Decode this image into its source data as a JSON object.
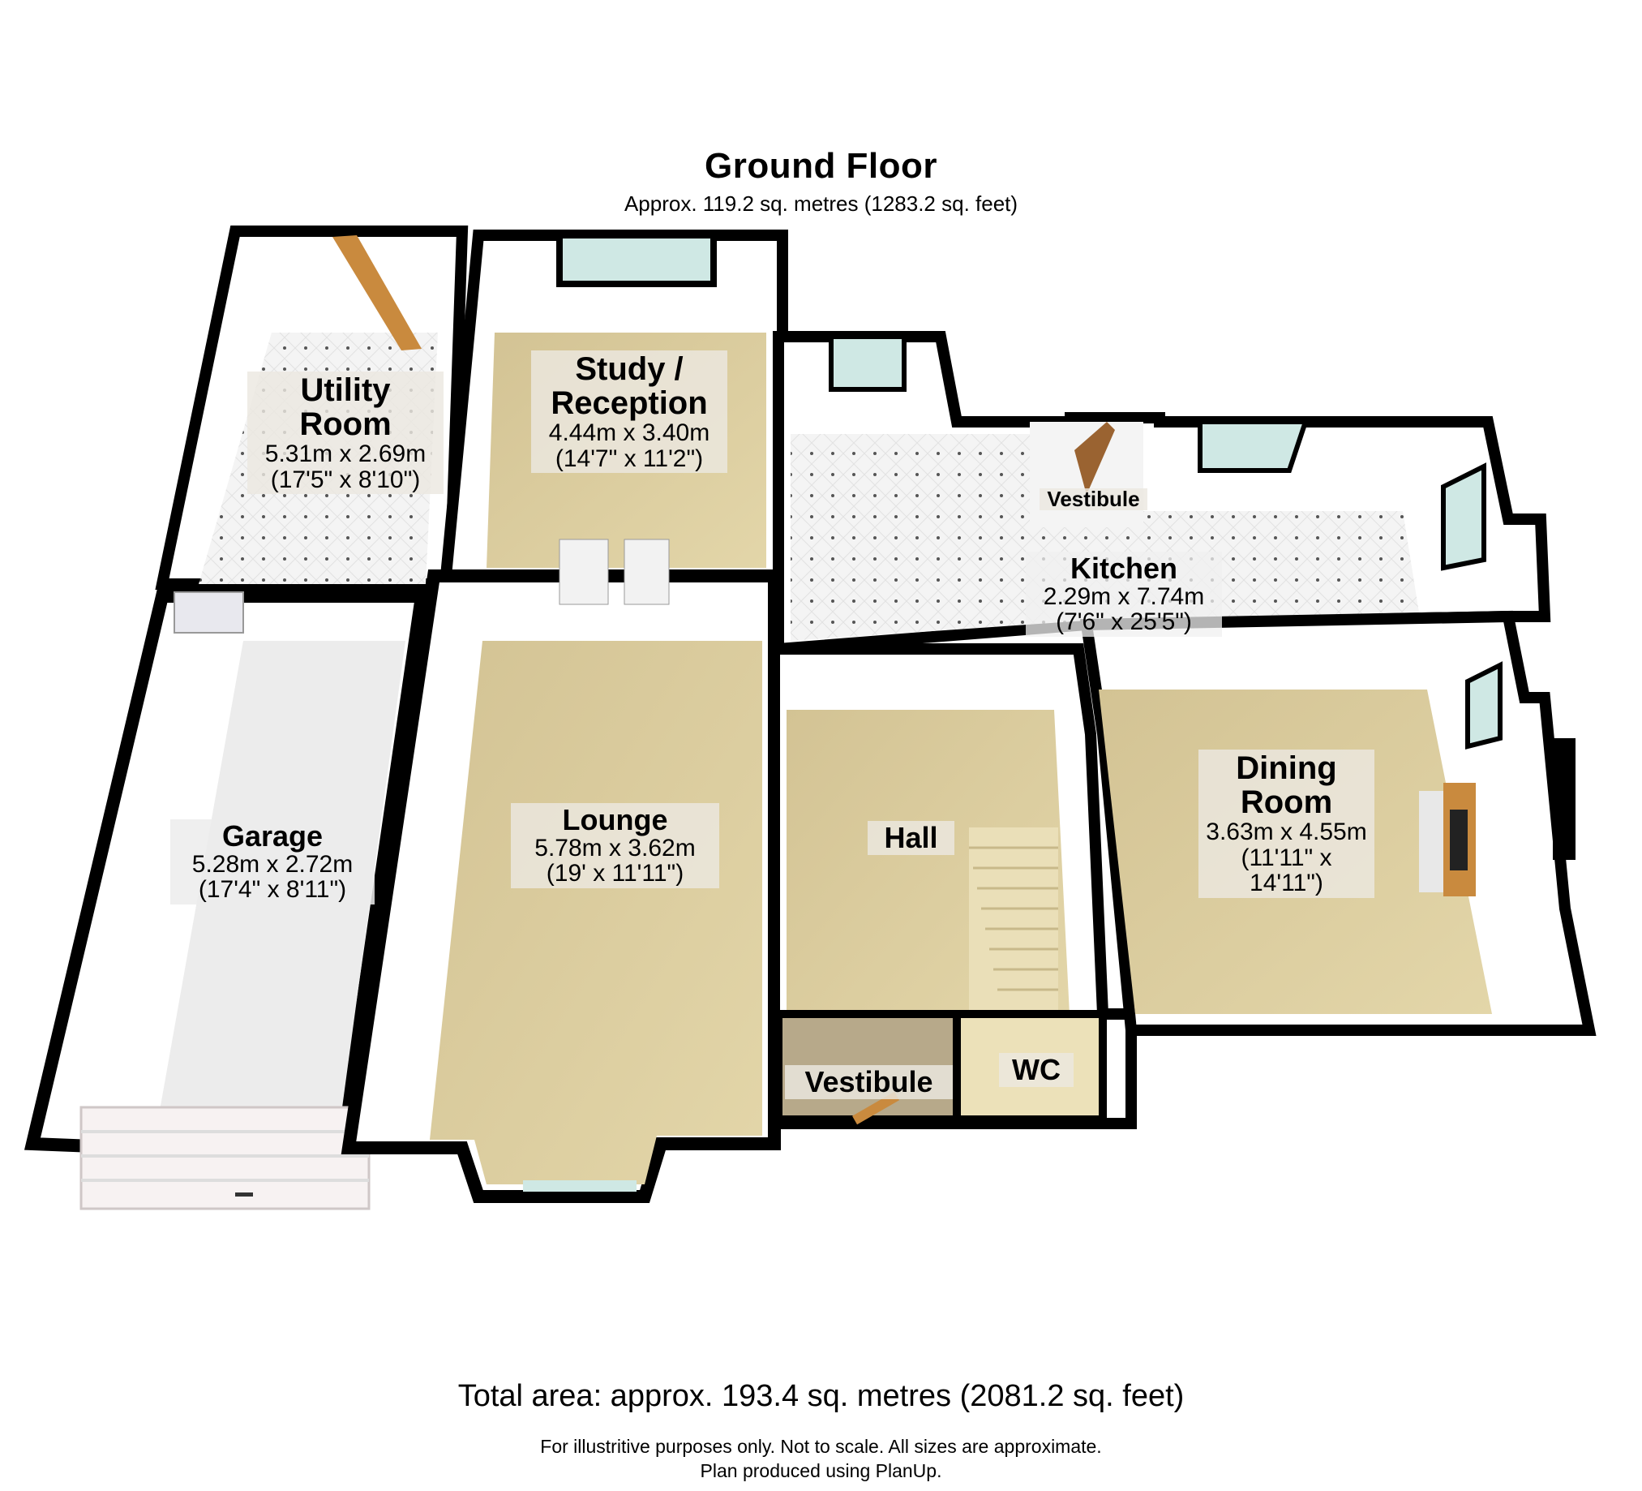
{
  "header": {
    "title": "Ground Floor",
    "subtitle": "Approx. 119.2 sq. metres (1283.2 sq. feet)"
  },
  "rooms": {
    "utility": {
      "name_line1": "Utility",
      "name_line2": "Room",
      "dim_metric": "5.31m x 2.69m",
      "dim_imperial": "(17'5\" x 8'10\")"
    },
    "study": {
      "name_line1": "Study /",
      "name_line2": "Reception",
      "dim_metric": "4.44m x 3.40m",
      "dim_imperial": "(14'7\" x 11'2\")"
    },
    "kitchen": {
      "name": "Kitchen",
      "dim_metric": "2.29m x 7.74m",
      "dim_imperial": "(7'6\" x 25'5\")"
    },
    "vestibule_rear": {
      "name": "Vestibule"
    },
    "garage": {
      "name": "Garage",
      "dim_metric": "5.28m x 2.72m",
      "dim_imperial": "(17'4\" x 8'11\")"
    },
    "lounge": {
      "name": "Lounge",
      "dim_metric": "5.78m x 3.62m",
      "dim_imperial": "(19' x 11'11\")"
    },
    "hall": {
      "name": "Hall"
    },
    "dining": {
      "name_line1": "Dining",
      "name_line2": "Room",
      "dim_metric": "3.63m x 4.55m",
      "dim_imperial": "(11'11\" x 14'11\")"
    },
    "vestibule_front": {
      "name": "Vestibule"
    },
    "wc": {
      "name": "WC"
    }
  },
  "colors": {
    "wall": "#000000",
    "carpet": "#d8c9a0",
    "tile": "#f2f2f2",
    "garage_floor": "#ececec",
    "window": "#cfe8e4",
    "door_wood": "#c98a3e"
  },
  "footer": {
    "total_area": "Total area: approx. 193.4 sq. metres (2081.2 sq. feet)",
    "disclaimer": "For illustritive purposes only.  Not to scale.  All sizes are approximate.",
    "credit": "Plan produced using PlanUp."
  }
}
